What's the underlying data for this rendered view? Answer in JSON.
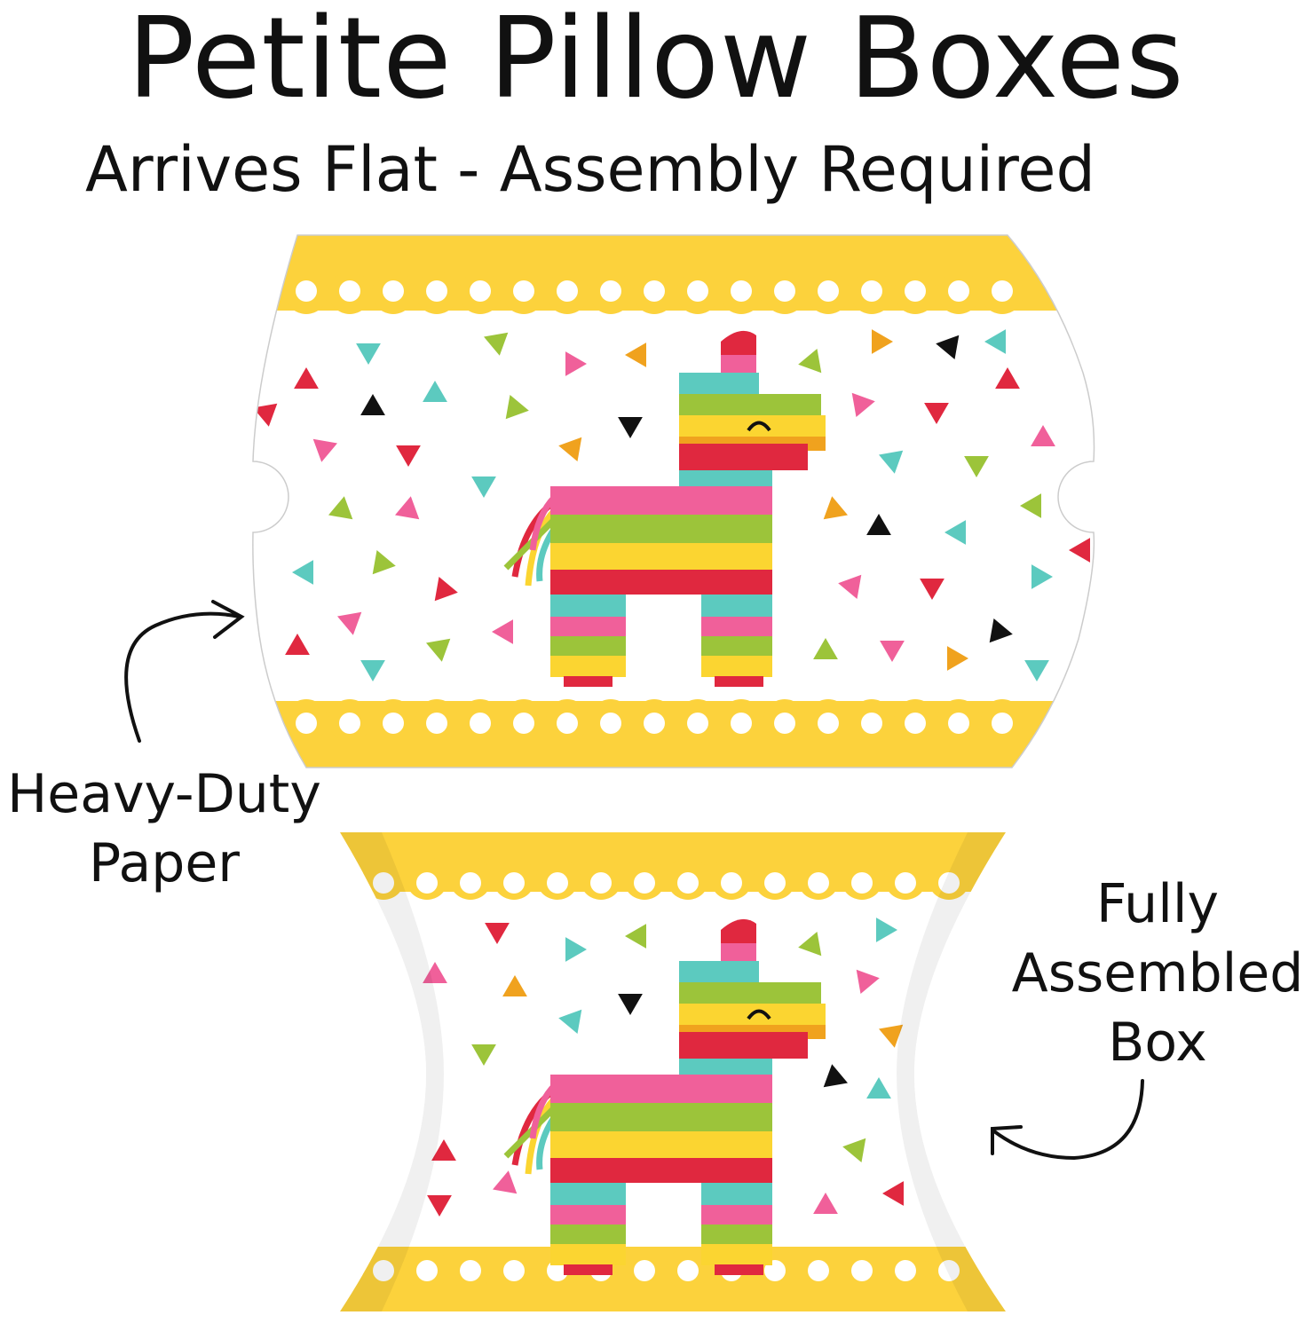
{
  "header": {
    "title": "Petite Pillow Boxes",
    "subtitle": "Arrives Flat - Assembly Required"
  },
  "callouts": {
    "flat_label_line1": "Heavy-Duty",
    "flat_label_line2": "Paper",
    "assembled_label_line1": "Fully",
    "assembled_label_line2": "Assembled",
    "assembled_label_line3": "Box"
  },
  "colors": {
    "band_yellow": "#fcd23c",
    "pink": "#f0609a",
    "green": "#9cc43a",
    "yellow": "#fbd531",
    "red": "#e0283f",
    "teal": "#5ccabf",
    "orange": "#f0a21e",
    "black": "#111111"
  }
}
